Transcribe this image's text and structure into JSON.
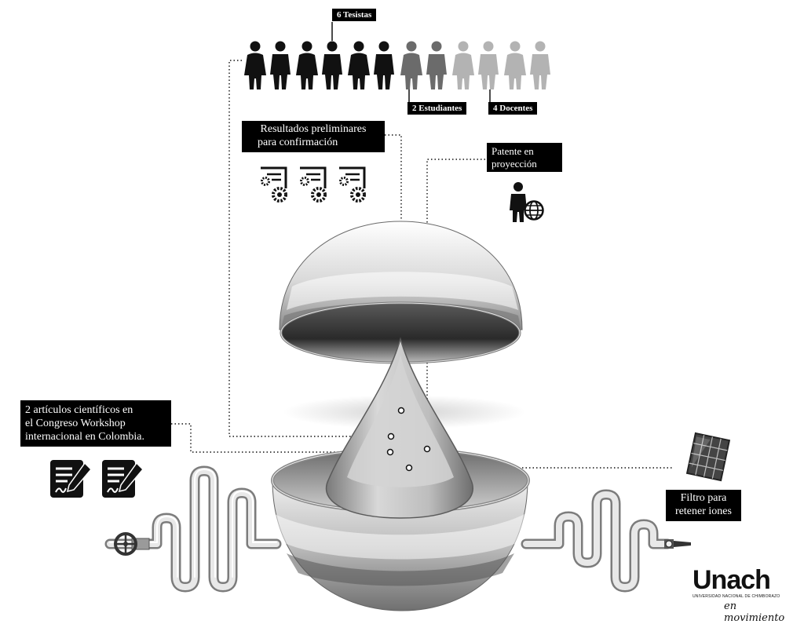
{
  "team": {
    "tesistas_label": "6 Tesistas",
    "estudiantes_label": "2 Estudiantes",
    "docentes_label": "4 Docentes"
  },
  "callouts": {
    "resultados": [
      "Resultados preliminares",
      "para confirmación"
    ],
    "patente": [
      "Patente en",
      "proyección"
    ],
    "articulos": [
      "2 artículos científicos en",
      "el Congreso Workshop",
      "internacional en Colombia."
    ],
    "filtro": [
      "Filtro para",
      "retener iones"
    ]
  },
  "logo": {
    "name": "Unach",
    "subtitle": "UNIVERSIDAD NACIONAL DE CHIMBORAZO",
    "tagline": "en movimiento"
  },
  "icons": [
    "person-icon",
    "document-gear-icon",
    "businessman-globe-icon",
    "article-pen-icon",
    "solar-panel-icon",
    "valve-wheel-icon",
    "nozzle-icon"
  ]
}
